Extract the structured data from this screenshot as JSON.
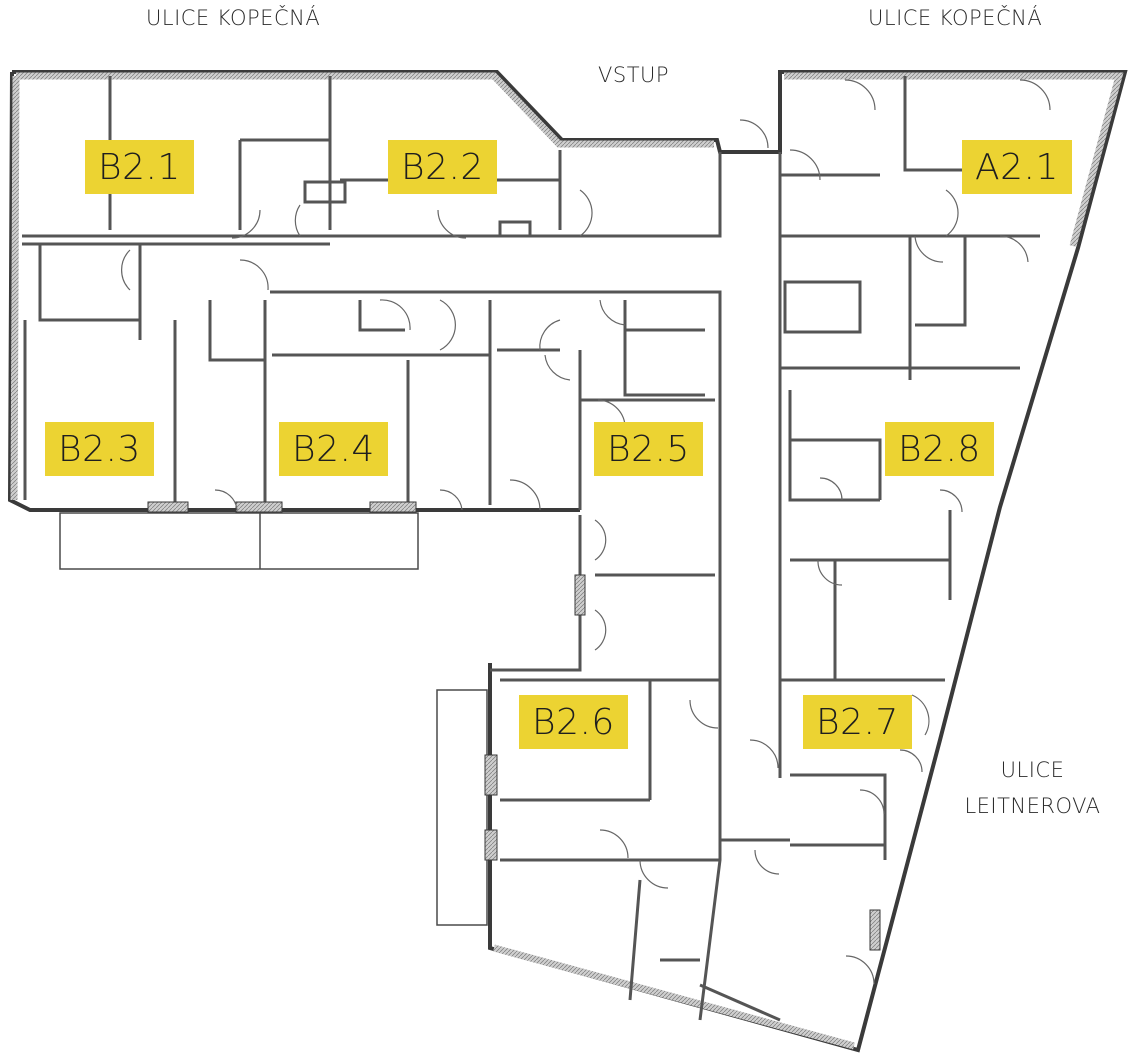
{
  "street_labels": {
    "top_left": "ULICE KOPEČNÁ",
    "top_right": "ULICE KOPEČNÁ",
    "entrance": "VSTUP",
    "right_line1": "ULICE",
    "right_line2": "LEITNEROVA"
  },
  "units": {
    "b21": "B2.1",
    "b22": "B2.2",
    "a21": "A2.1",
    "b23": "B2.3",
    "b24": "B2.4",
    "b25": "B2.5",
    "b28": "B2.8",
    "b26": "B2.6",
    "b27": "B2.7"
  },
  "colors": {
    "label_background": "#ecd332",
    "wall_fill": "#bfbfbf",
    "wall_stroke": "#3a3a3a",
    "line": "#4a4a4a",
    "text": "#2a2a2a"
  }
}
